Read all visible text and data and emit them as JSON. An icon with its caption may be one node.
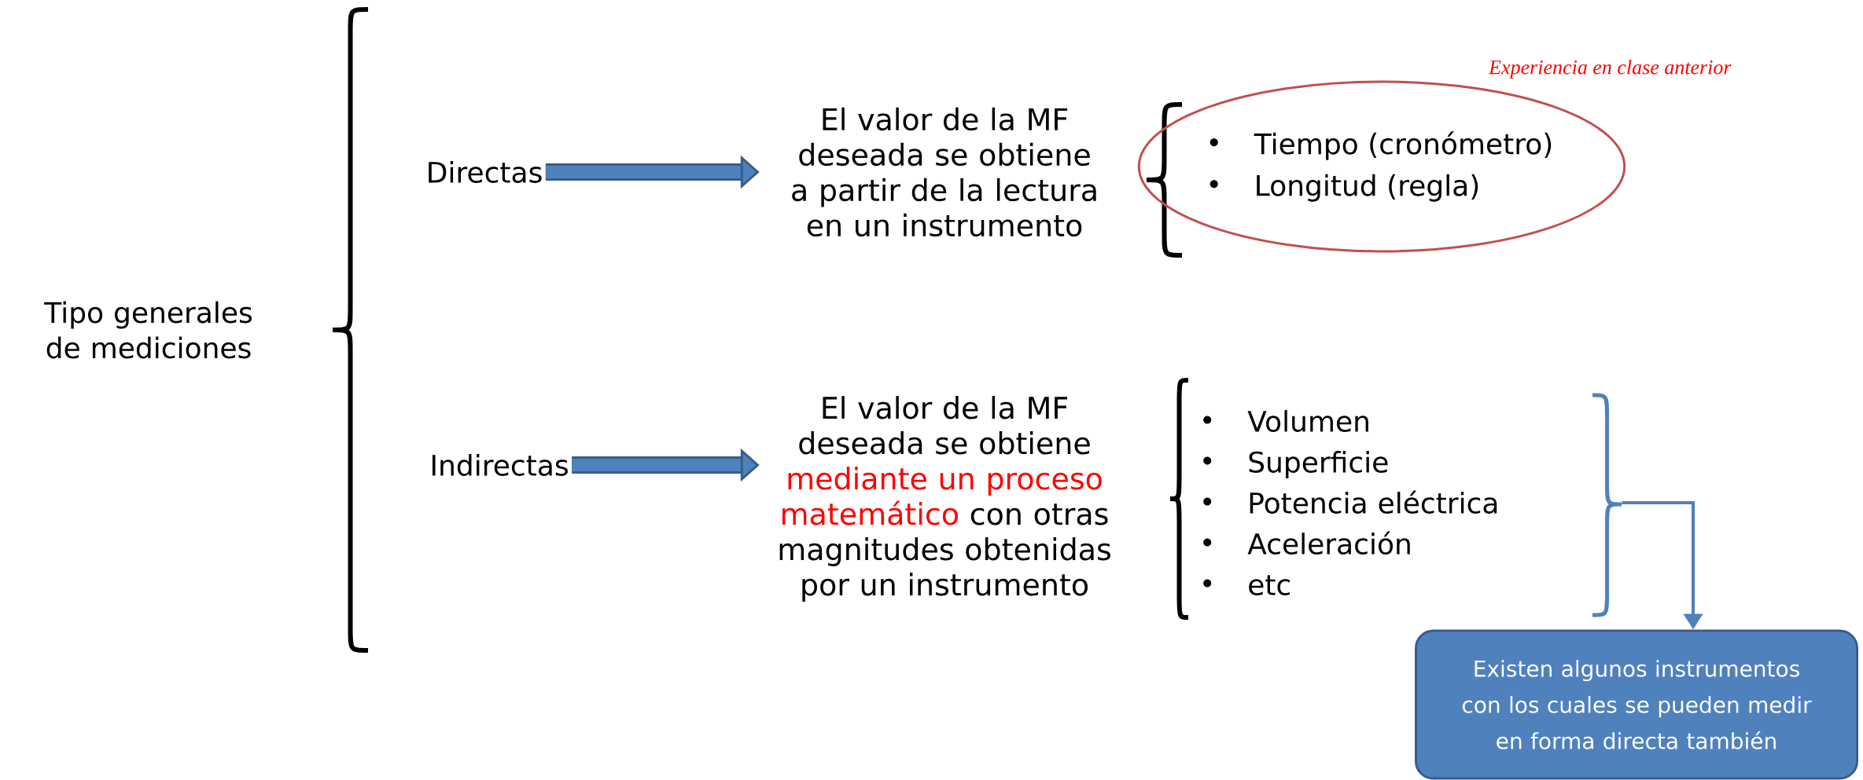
{
  "diagram": {
    "nodes": [
      {
        "text": [
          "Tipo generales de mediciones"
        ]
      },
      {
        "text": [
          "Directas"
        ]
      },
      {
        "text": [
          "Indirectas"
        ]
      },
      {
        "text": [
          "El valor de la MF deseada se obtiene a partir de la lectura en un instrumento"
        ]
      },
      {
        "text": [
          "Tiempo (cronómetro)",
          "Longitud (regla)"
        ]
      },
      {
        "text": [
          "El valor de la MF deseada se obtiene",
          "mediante un proceso matemático",
          "con otras magnitudes obtenidas por un instrumento"
        ]
      },
      {
        "text": [
          "Volumen",
          "Superficie",
          "Potencia eléctrica",
          "Aceleración",
          "etc"
        ]
      },
      {
        "text": [
          "Existen algunos instrumentos con los cuales  se pueden medir en forma directa también"
        ]
      }
    ],
    "edges": [
      {
        "from": 1,
        "to": 3,
        "arrow": "to"
      },
      {
        "from": 2,
        "to": 5,
        "arrow": "to"
      },
      {
        "from": 6,
        "to": 7,
        "arrow": "to"
      }
    ],
    "labels": [
      "Experiencia en clase anterior"
    ]
  }
}
